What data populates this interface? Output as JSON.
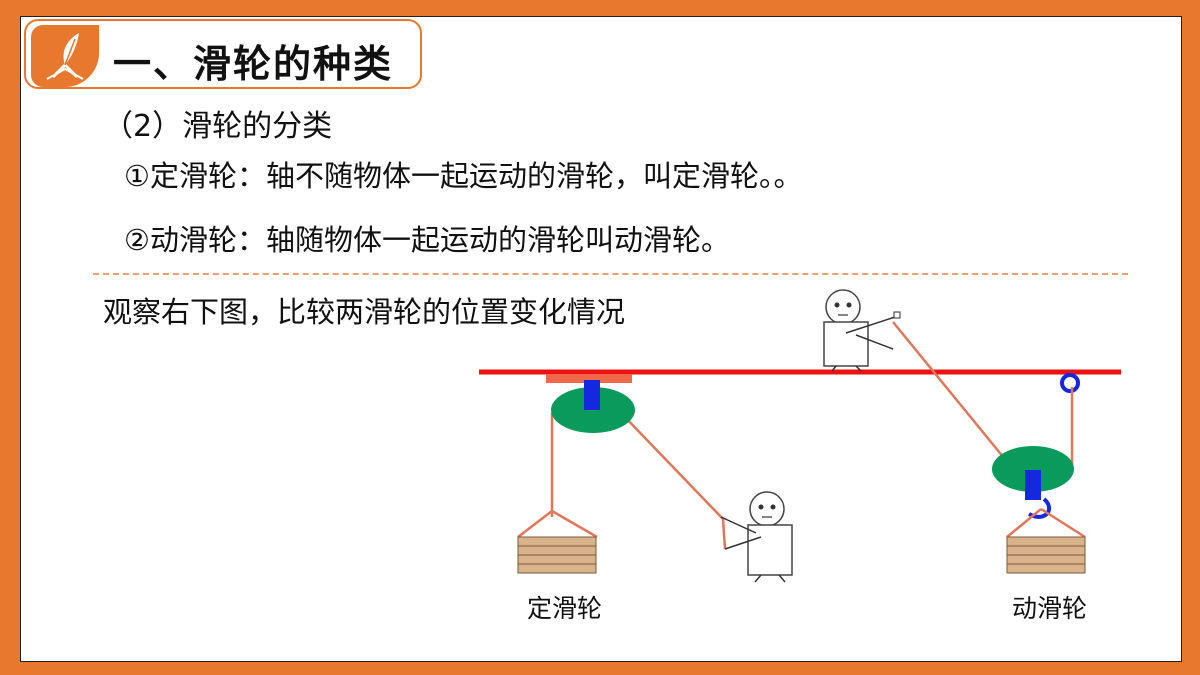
{
  "header": {
    "title": "一、滑轮的种类",
    "icon": "quill-book-icon"
  },
  "section": {
    "heading": "（2）滑轮的分类"
  },
  "definitions": [
    "①定滑轮：轴不随物体一起运动的滑轮，叫定滑轮。。",
    "②动滑轮：轴随物体一起运动的滑轮叫动滑轮。"
  ],
  "observe_text": "观察右下图，比较两滑轮的位置变化情况",
  "diagram": {
    "labels": {
      "fixed": "定滑轮",
      "movable": "动滑轮"
    }
  },
  "colors": {
    "background": "#e8782e",
    "accent": "#e8782e",
    "beam": "#ee1111",
    "pulley": "#0a9a5c",
    "axle": "#1428e0",
    "rope": "#e0765a",
    "box": "#d9b38c"
  }
}
